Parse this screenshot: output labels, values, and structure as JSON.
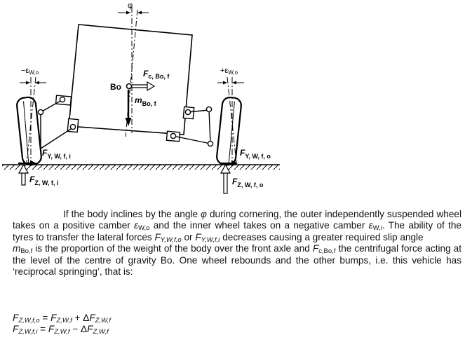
{
  "figure": {
    "phi": "φ",
    "neg_camber": {
      "prefix": "−ε",
      "sub": "W,o"
    },
    "pos_camber": {
      "prefix": "+ε",
      "sub": "W,o"
    },
    "bo": "Bo",
    "fc": {
      "main": "F",
      "sub": "c, Bo, f"
    },
    "mbo": {
      "main": "m",
      "sub": "Bo, f"
    },
    "fy_inner": {
      "main": "F",
      "sub": "Y, W, f, i"
    },
    "fy_outer": {
      "main": "F",
      "sub": "Y, W, f, o"
    },
    "fz_inner": {
      "main": "F",
      "sub": "Z, W, f, i"
    },
    "fz_outer": {
      "main": "F",
      "sub": "Z, W, f, o"
    }
  },
  "text": {
    "s1": "If the body inclines by the angle ",
    "phi": "φ",
    "s2": " during cornering, the outer independently suspended wheel takes on a positive camber ",
    "eps1": "ε",
    "eps1_sub": "W,o",
    "s3": " and the inner wheel takes on a negative camber ",
    "eps2": "ε",
    "eps2_sub": "W,i",
    "s4": ". The ability of the tyres to transfer the lateral forces ",
    "f1": "F",
    "f1_sub": "Y,W,f,o",
    "s5": " or ",
    "f2": "F",
    "f2_sub": "Y,W,f,i",
    "s6": " decreases causing a greater required slip angle",
    "m": "m",
    "m_sub": "Bo,f",
    "s7": " is the proportion of the weight of the body over the front axle and ",
    "fc": "F",
    "fc_sub": "c,Bo,f",
    "s8": " the centrifugal force acting at the level of the centre of gravity Bo. One wheel rebounds and the other bumps, i.e. this vehicle has ‘reciprocal springing’, that is:"
  },
  "equations": {
    "e1": {
      "lhs": "F",
      "lhs_sub": "Z,W,f,o",
      "eq": " = ",
      "a": "F",
      "a_sub": "Z,W,f",
      "op": " + Δ",
      "b": "F",
      "b_sub": "Z,W,f"
    },
    "e2": {
      "lhs": "F",
      "lhs_sub": "Z,W,f,i",
      "eq": " = ",
      "a": "F",
      "a_sub": "Z,W,f",
      "op": " − Δ",
      "b": "F",
      "b_sub": "Z,W,f"
    }
  }
}
